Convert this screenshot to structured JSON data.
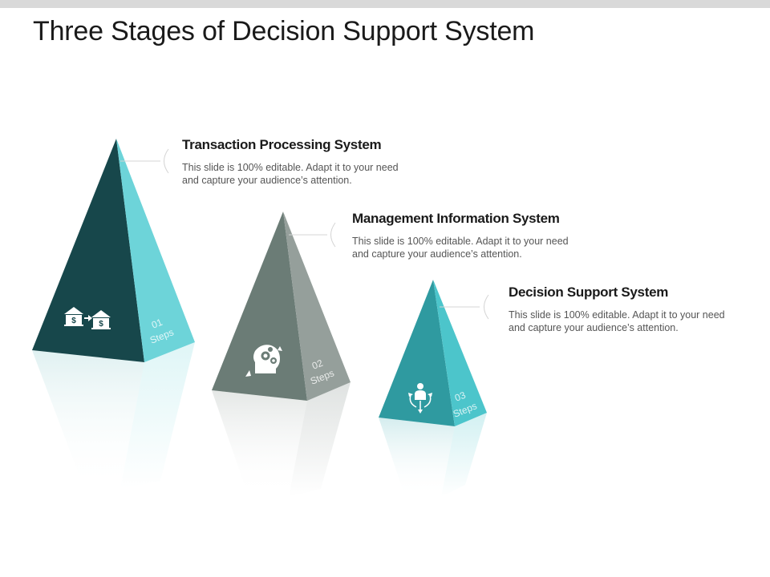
{
  "title": "Three Stages of Decision Support System",
  "stages": [
    {
      "number": "01",
      "steps_label": "Steps",
      "heading": "Transaction Processing System",
      "description": "This slide is 100%  editable. Adapt it to your need and capture your audience’s attention.",
      "icon": "bank-transfer-icon",
      "colors": {
        "dark": "#17474b",
        "light": "#6dd4d9"
      }
    },
    {
      "number": "02",
      "steps_label": "Steps",
      "heading": "Management Information System",
      "description": "This slide is 100%  editable. Adapt it to your need and capture your audience’s attention.",
      "icon": "head-gears-icon",
      "colors": {
        "dark": "#6b7c76",
        "light": "#959f9b"
      }
    },
    {
      "number": "03",
      "steps_label": "Steps",
      "heading": "Decision Support System",
      "description": "This slide is 100%  editable. Adapt it to your need and capture your audience’s attention.",
      "icon": "person-directions-icon",
      "colors": {
        "dark": "#2f9aa0",
        "light": "#4cc5cb"
      }
    }
  ]
}
